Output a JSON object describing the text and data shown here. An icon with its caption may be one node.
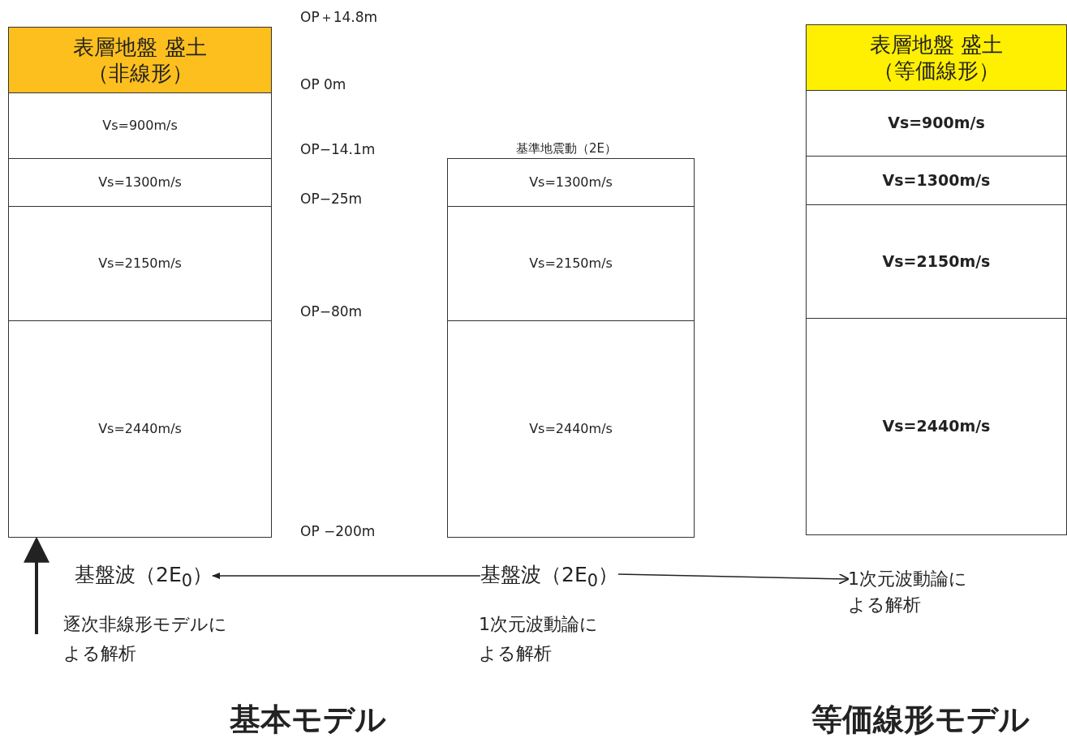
{
  "diagram": {
    "nodes": [
      {
        "text": [
          "表層地盤 盛土",
          "（非線形）"
        ]
      },
      {
        "text": [
          "Vs=900m/s"
        ]
      },
      {
        "text": [
          "Vs=1300m/s"
        ]
      },
      {
        "text": [
          "Vs=2150m/s"
        ]
      },
      {
        "text": [
          "Vs=2440m/s"
        ]
      },
      {
        "text": [
          "Vs=1300m/s"
        ],
        "beside": [
          "基準地震動（2E）"
        ]
      },
      {
        "text": [
          "Vs=2150m/s"
        ]
      },
      {
        "text": [
          "Vs=2440m/s"
        ]
      },
      {
        "text": [
          "表層地盤 盛土",
          "（等価線形）"
        ]
      },
      {
        "text": [
          "Vs=900m/s"
        ]
      },
      {
        "text": [
          "Vs=1300m/s"
        ]
      },
      {
        "text": [
          "Vs=2150m/s"
        ]
      },
      {
        "text": [
          "Vs=2440m/s"
        ]
      },
      {
        "text": [
          "基盤波（2E$_{0}$）"
        ],
        "beside": [
          "逐次非線形モデルによる解析"
        ]
      },
      {
        "text": [
          "基盤波（2E$_{0}$）"
        ],
        "beside": [
          "1次元波動論による解析"
        ]
      },
      {
        "text": [
          "1次元波動論による解析"
        ]
      }
    ],
    "edges": [
      {
        "from": 14,
        "to": 13,
        "arrow": "to"
      },
      {
        "from": 14,
        "to": 15,
        "arrow": "to"
      },
      {
        "from": null,
        "to": 4,
        "arrow": "to",
        "style": "thick"
      }
    ],
    "labels": [
      "OP＋14.8m",
      "OP 0m",
      "OP−14.1m",
      "OP−25m",
      "OP−80m",
      "OP −200m",
      "基本モデル",
      "等価線形モデル"
    ]
  }
}
